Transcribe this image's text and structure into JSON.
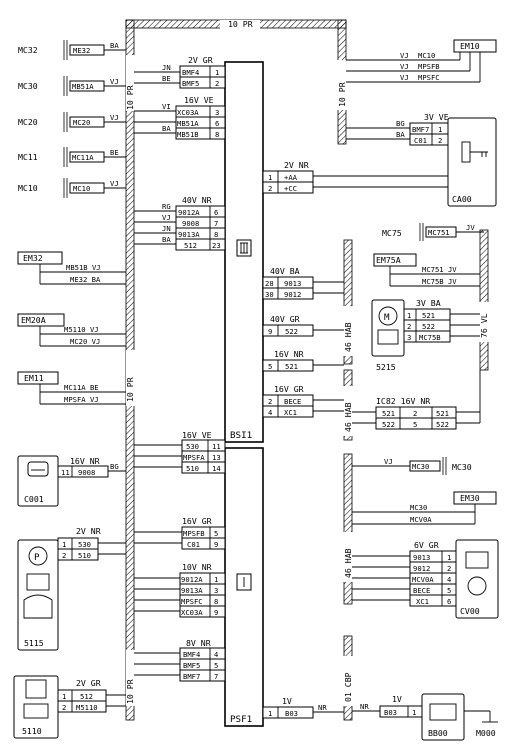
{
  "title": "",
  "bundles": {
    "top": "10 PR",
    "left1": "10 PR",
    "right1": "10 PR",
    "left2": "10 PR",
    "left3": "10 PR",
    "hab1": "46 HAB",
    "hab2": "46 HAB",
    "hab3": "46 HAB",
    "vl": "76 VL",
    "cbp": "01 CBP"
  },
  "ground_pts": {
    "mc32": "MC32",
    "mc30": "MC30",
    "mc20": "MC20",
    "mc11": "MC11",
    "mc10": "MC10",
    "mc75": "MC75",
    "mc30r": "MC30",
    "m000": "M000"
  },
  "inline_codes": {
    "me32": "ME32",
    "mb51a": "MB51A",
    "mc20": "MC20",
    "mc11a": "MC11A",
    "mc10": "MC10",
    "mc751": "MC751",
    "mc30r": "MC30"
  },
  "conn_refs": {
    "em10": "EM10",
    "em32": "EM32",
    "em20a": "EM20A",
    "em11": "EM11",
    "em75a": "EM75A",
    "em30": "EM30"
  },
  "components": {
    "bsi1": "BSI1",
    "psf1": "PSF1",
    "ca00": "CA00",
    "c001": "C001",
    "c5115": "5115",
    "c5110": "5110",
    "c5215": "5215",
    "cv00": "CV00",
    "bb00": "BB00"
  },
  "colors": {
    "ba1": "BA",
    "vj1": "VJ",
    "vj2": "VJ",
    "be1": "BE",
    "vj3": "VJ",
    "jn": "JN",
    "be2": "BE",
    "vi": "VI",
    "ba2": "BA",
    "rg": "RG",
    "vj4": "VJ",
    "jn2": "JN",
    "ba3": "BA",
    "r_vj1": "VJ",
    "r_vj2": "VJ",
    "r_vj3": "VJ",
    "r_bg": "BG",
    "r_ba": "BA"
  },
  "wires": {
    "em32_1": "MB51B VJ",
    "em32_2": "ME32 BA",
    "em20a_1": "M5110 VJ",
    "em20a_2": "MC20 VJ",
    "em11_1": "MC11A BE",
    "em11_2": "MPSFA VJ",
    "em10_1": "MC10",
    "em10_2": "MPSFB",
    "em10_3": "MPSFC",
    "em75a_1": "MC751 JV",
    "em75a_2": "MC75B JV",
    "em30_1": "MC30",
    "em30_2": "MCV0A",
    "mc75_jv": "JV",
    "mc30_vj": "VJ",
    "bb_nr": "NR",
    "psf_nr": "NR",
    "ca_aa": "+AA",
    "ca_cc": "+CC"
  },
  "conns": {
    "c1": {
      "spec": "2V GR",
      "rows": [
        [
          "BMF4",
          "1"
        ],
        [
          "BMF5",
          "2"
        ]
      ]
    },
    "c2": {
      "spec": "16V VE",
      "rows": [
        [
          "XC03A",
          "3"
        ],
        [
          "MB51A",
          "6"
        ],
        [
          "MB51B",
          "8"
        ]
      ]
    },
    "c3": {
      "spec": "40V NR",
      "rows": [
        [
          "9012A",
          "6"
        ],
        [
          "9008",
          "7"
        ],
        [
          "9013A",
          "8"
        ],
        [
          "512",
          "23"
        ]
      ]
    },
    "c4": {
      "spec": "2V NR",
      "rows": [
        [
          "1",
          "+AA"
        ],
        [
          "2",
          "+CC"
        ]
      ]
    },
    "c5": {
      "spec": "40V BA",
      "rows": [
        [
          "28",
          "9013"
        ],
        [
          "30",
          "9012"
        ]
      ]
    },
    "c6": {
      "spec": "40V GR",
      "rows": [
        [
          "9",
          "522"
        ]
      ]
    },
    "c7": {
      "spec": "16V NR",
      "rows": [
        [
          "5",
          "521"
        ]
      ]
    },
    "c8": {
      "spec": "16V GR",
      "rows": [
        [
          "2",
          "BECE"
        ],
        [
          "4",
          "XC1"
        ]
      ]
    },
    "c9": {
      "spec": "16V VE",
      "rows": [
        [
          "530",
          "11"
        ],
        [
          "MPSFA",
          "13"
        ],
        [
          "510",
          "14"
        ]
      ]
    },
    "c10": {
      "spec": "16V GR",
      "rows": [
        [
          "MPSFB",
          "5"
        ],
        [
          "C01",
          "9"
        ]
      ]
    },
    "c11": {
      "spec": "10V NR",
      "rows": [
        [
          "9012A",
          "1"
        ],
        [
          "9013A",
          "3"
        ],
        [
          "MPSFC",
          "8"
        ],
        [
          "XC03A",
          "9"
        ]
      ]
    },
    "c12": {
      "spec": "8V NR",
      "rows": [
        [
          "BMF4",
          "4"
        ],
        [
          "BMF5",
          "5"
        ],
        [
          "BMF7",
          "7"
        ]
      ]
    },
    "c13": {
      "spec": "1V",
      "rows": [
        [
          "1",
          "B03"
        ]
      ]
    },
    "ca00": {
      "spec": "3V VE",
      "rows": [
        [
          "BMF7",
          "1"
        ],
        [
          "C01",
          "2"
        ]
      ]
    },
    "c5215": {
      "spec": "3V BA",
      "rows": [
        [
          "1",
          "521"
        ],
        [
          "2",
          "522"
        ],
        [
          "3",
          "MC75B"
        ]
      ]
    },
    "ic82": {
      "spec": "IC82  16V NR",
      "rows": [
        [
          "521",
          "2",
          "521"
        ],
        [
          "522",
          "5",
          "522"
        ]
      ]
    },
    "cv00": {
      "spec": "6V GR",
      "rows": [
        [
          "9013",
          "1"
        ],
        [
          "9012",
          "2"
        ],
        [
          "MCV0A",
          "4"
        ],
        [
          "BECE",
          "5"
        ],
        [
          "XC1",
          "6"
        ]
      ]
    },
    "c001": {
      "spec": "16V NR",
      "rows": [
        [
          "11",
          "9008"
        ]
      ]
    },
    "c5115": {
      "spec": "2V NR",
      "rows": [
        [
          "1",
          "530"
        ],
        [
          "2",
          "510"
        ]
      ]
    },
    "c5110": {
      "spec": "2V GR",
      "rows": [
        [
          "1",
          "512"
        ],
        [
          "2",
          "M5110"
        ]
      ]
    },
    "bb00": {
      "spec": "1V",
      "rows": [
        [
          "B03",
          "1"
        ]
      ]
    }
  }
}
